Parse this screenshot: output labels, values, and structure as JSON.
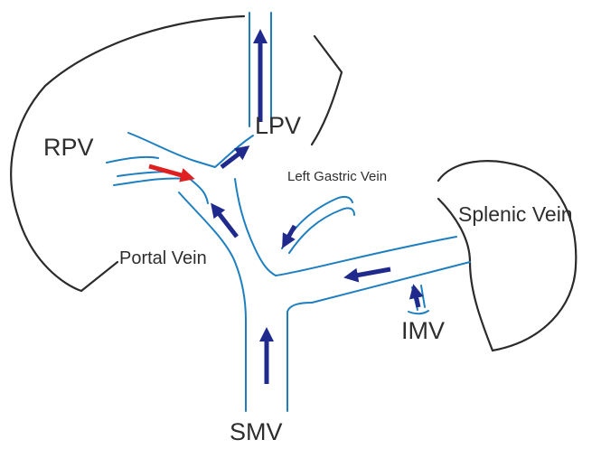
{
  "labels": {
    "rpv": "RPV",
    "lpv": "LPV",
    "left_gastric_vein": "Left Gastric Vein",
    "splenic_vein": "Splenic Vein",
    "portal_vein": "Portal Vein",
    "imv": "IMV",
    "smv": "SMV"
  },
  "colors": {
    "outline": "#2b2b2b",
    "vessel": "#1e7fc0",
    "flow_arrow": "#1f2a8c",
    "reverse_flow_arrow": "#e02020"
  }
}
